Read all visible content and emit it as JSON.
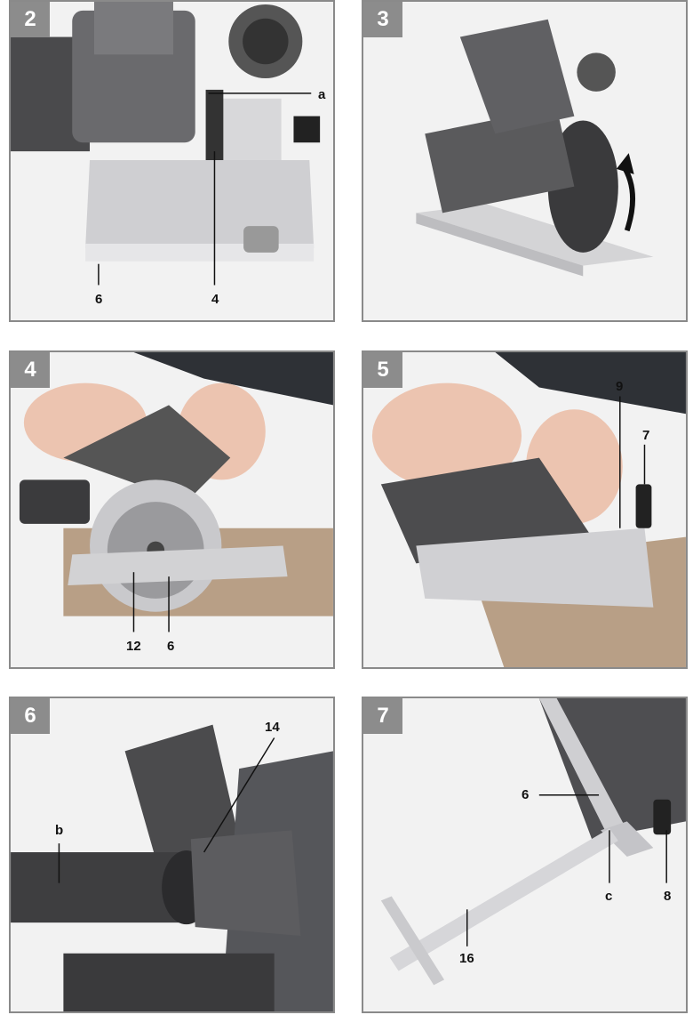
{
  "panels": [
    {
      "number": "2",
      "callouts": [
        "a",
        "6",
        "4"
      ]
    },
    {
      "number": "3",
      "callouts": []
    },
    {
      "number": "4",
      "callouts": [
        "12",
        "6"
      ]
    },
    {
      "number": "5",
      "callouts": [
        "9",
        "7"
      ]
    },
    {
      "number": "6",
      "callouts": [
        "14",
        "b"
      ]
    },
    {
      "number": "7",
      "callouts": [
        "6",
        "c",
        "8",
        "16"
      ]
    }
  ],
  "colors": {
    "frame": "#8a8a8a",
    "badge": "#8c8c8c",
    "tool_body": "#5a5a5c",
    "baseplate": "#cfcfd2",
    "wood": "#b89f86"
  },
  "icons": [
    "curved-arrow-icon"
  ]
}
